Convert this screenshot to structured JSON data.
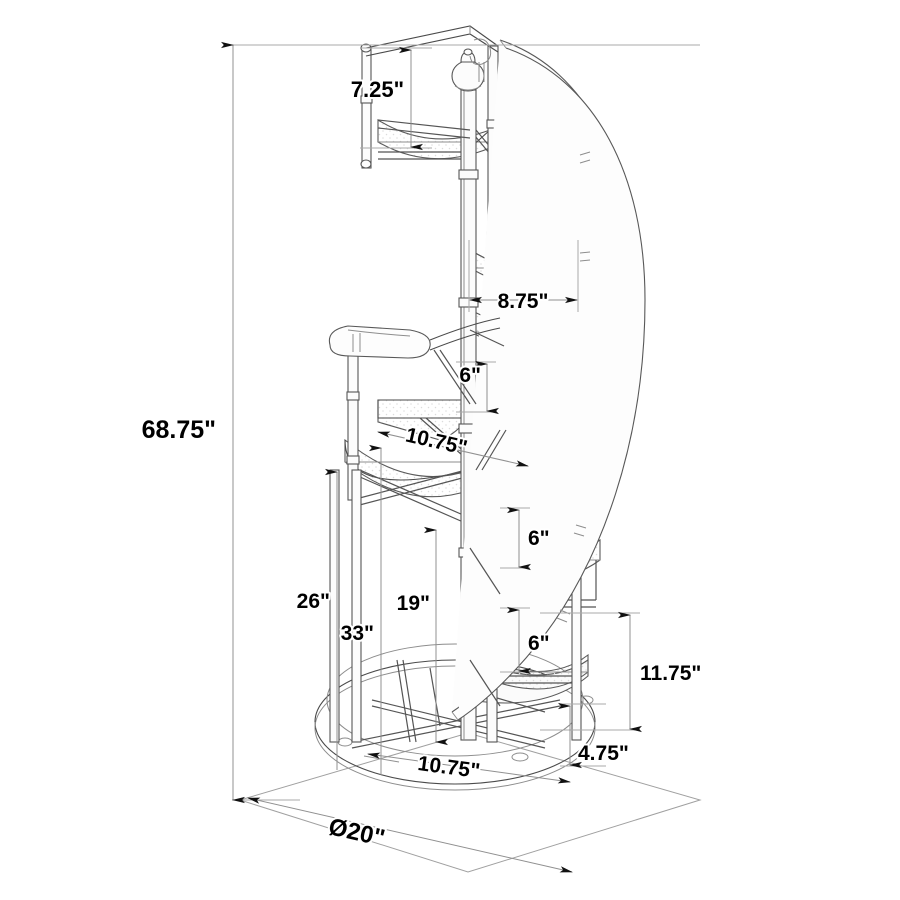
{
  "document": {
    "type": "technical-dimension-drawing",
    "subject": "Spiral staircase bookshelf / bookcase",
    "units": "inches",
    "background_color": "#ffffff",
    "line_color": "#555555",
    "text_color": "#000000"
  },
  "dimensions": {
    "overall_height": {
      "label": "68.75\"",
      "value": 68.75,
      "orientation": "vertical",
      "position": "far-left"
    },
    "top_shelf_clearance": {
      "label": "7.25\"",
      "value": 7.25,
      "orientation": "vertical",
      "position": "top"
    },
    "shelf_width": {
      "label": "8.75\"",
      "value": 8.75,
      "orientation": "horizontal",
      "position": "upper-middle"
    },
    "shelf_spacing_upper": {
      "label": "6\"",
      "value": 6,
      "orientation": "vertical",
      "position": "middle"
    },
    "shelf_spacing_mid": {
      "label": "6\"",
      "value": 6,
      "orientation": "vertical",
      "position": "lower-middle-right"
    },
    "shelf_spacing_lower": {
      "label": "6\"",
      "value": 6,
      "orientation": "vertical",
      "position": "lower-right"
    },
    "shelf_depth_upper": {
      "label": "10.75\"",
      "value": 10.75,
      "orientation": "angled",
      "position": "middle-left"
    },
    "shelf_depth_lower": {
      "label": "10.75\"",
      "value": 10.75,
      "orientation": "angled",
      "position": "base"
    },
    "height_26": {
      "label": "26\"",
      "value": 26,
      "orientation": "vertical",
      "position": "lower-left"
    },
    "height_19": {
      "label": "19\"",
      "value": 19,
      "orientation": "vertical",
      "position": "lower-center"
    },
    "height_33": {
      "label": "33\"",
      "value": 33,
      "orientation": "vertical",
      "position": "lower-center"
    },
    "height_11_75": {
      "label": "11.75\"",
      "value": 11.75,
      "orientation": "vertical",
      "position": "lower-right"
    },
    "height_4_75": {
      "label": "4.75\"",
      "value": 4.75,
      "orientation": "vertical",
      "position": "bottom-right"
    },
    "base_diameter": {
      "label": "Ø20\"",
      "value": 20,
      "orientation": "angled",
      "position": "bottom-ground-plane",
      "symbol": "diameter"
    }
  }
}
